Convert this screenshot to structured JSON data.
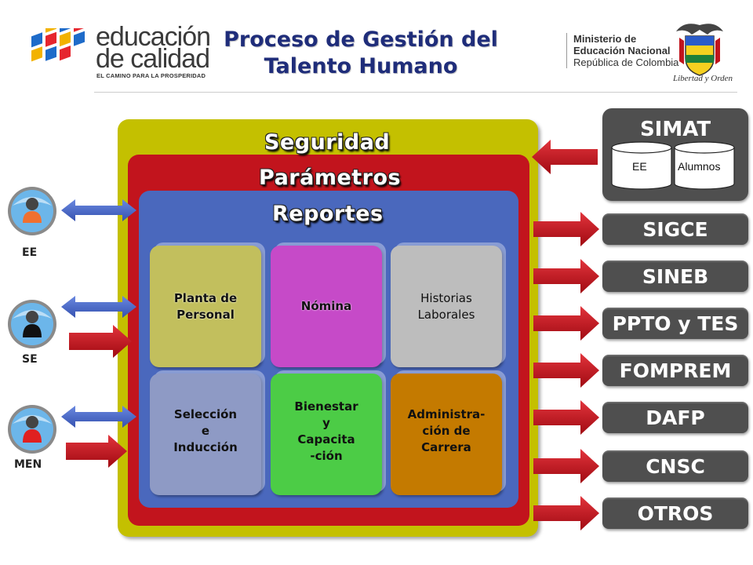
{
  "header": {
    "logo_line1": "educación",
    "logo_line2": "de calidad",
    "logo_tagline": "EL CAMINO PARA LA PROSPERIDAD",
    "title_line1": "Proceso de Gestión del",
    "title_line2": "Talento Humano",
    "ministry_line1": "Ministerio de",
    "ministry_line2": "Educación Nacional",
    "ministry_line3": "República de Colombia",
    "motto": "Libertad y Orden"
  },
  "layers": {
    "outer": "Seguridad",
    "middle": "Parámetros",
    "inner": "Reportes"
  },
  "modules": [
    {
      "lines": [
        "Planta de",
        "Personal"
      ],
      "color": "#c2bf5d"
    },
    {
      "lines": [
        "Nómina"
      ],
      "color": "#c64ac8"
    },
    {
      "lines": [
        "Historias",
        "Laborales"
      ],
      "color": "#bdbdbd"
    },
    {
      "lines": [
        "Selección",
        "e",
        "Inducción"
      ],
      "color": "#8e9ac5"
    },
    {
      "lines": [
        "Bienestar",
        "y",
        "Capacita",
        "-ción"
      ],
      "color": "#4ccc46"
    },
    {
      "lines": [
        "Administra-",
        "ción de",
        "Carrera"
      ],
      "color": "#c47a00"
    }
  ],
  "actors": [
    {
      "label": "EE",
      "body_color": "#f07030",
      "icon": "person-icon"
    },
    {
      "label": "SE",
      "body_color": "#111111",
      "icon": "person-icon"
    },
    {
      "label": "MEN",
      "body_color": "#e02020",
      "icon": "person-icon"
    }
  ],
  "systems": {
    "simat": {
      "title": "SIMAT",
      "db1": "EE",
      "db2": "Alumnos"
    },
    "list": [
      "SIGCE",
      "SINEB",
      "PPTO y TES",
      "FOMPREM",
      "DAFP",
      "CNSC",
      "OTROS"
    ]
  },
  "colors": {
    "seguridad": "#c4c000",
    "parametros": "#c2141d",
    "reportes": "#4a68bd",
    "system_box": "#4f4f4f",
    "arrow_red": "#c8101c",
    "arrow_blue": "#4a68c8",
    "title": "#1f2d7a"
  }
}
